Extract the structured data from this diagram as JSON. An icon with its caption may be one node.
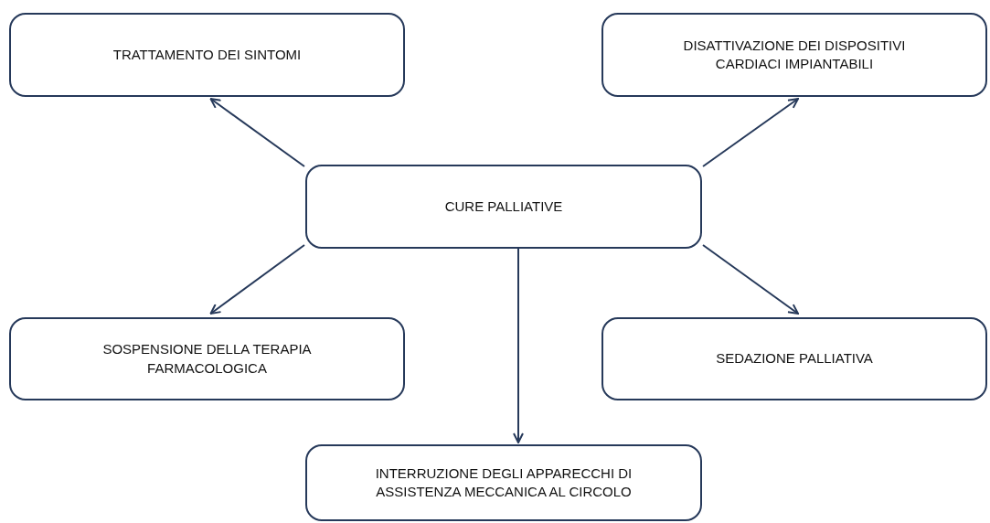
{
  "diagram": {
    "nodes": [
      {
        "text": [
          "CURE PALLIATIVE"
        ]
      },
      {
        "text": [
          "TRATTAMENTO DEI SINTOMI"
        ]
      },
      {
        "text": [
          "DISATTIVAZIONE DEI DISPOSITIVI CARDIACI IMPIANTABILI"
        ]
      },
      {
        "text": [
          "SOSPENSIONE DELLA TERAPIA FARMACOLOGICA"
        ]
      },
      {
        "text": [
          "SEDAZIONE PALLIATIVA"
        ]
      },
      {
        "text": [
          "INTERRUZIONE DEGLI APPARECCHI DI ASSISTENZA MECCANICA AL CIRCOLO"
        ]
      }
    ],
    "edges": [
      {
        "from": 0,
        "to": 1,
        "arrow": "to"
      },
      {
        "from": 0,
        "to": 2,
        "arrow": "to"
      },
      {
        "from": 0,
        "to": 3,
        "arrow": "to"
      },
      {
        "from": 0,
        "to": 4,
        "arrow": "to"
      },
      {
        "from": 0,
        "to": 5,
        "arrow": "to"
      }
    ]
  }
}
